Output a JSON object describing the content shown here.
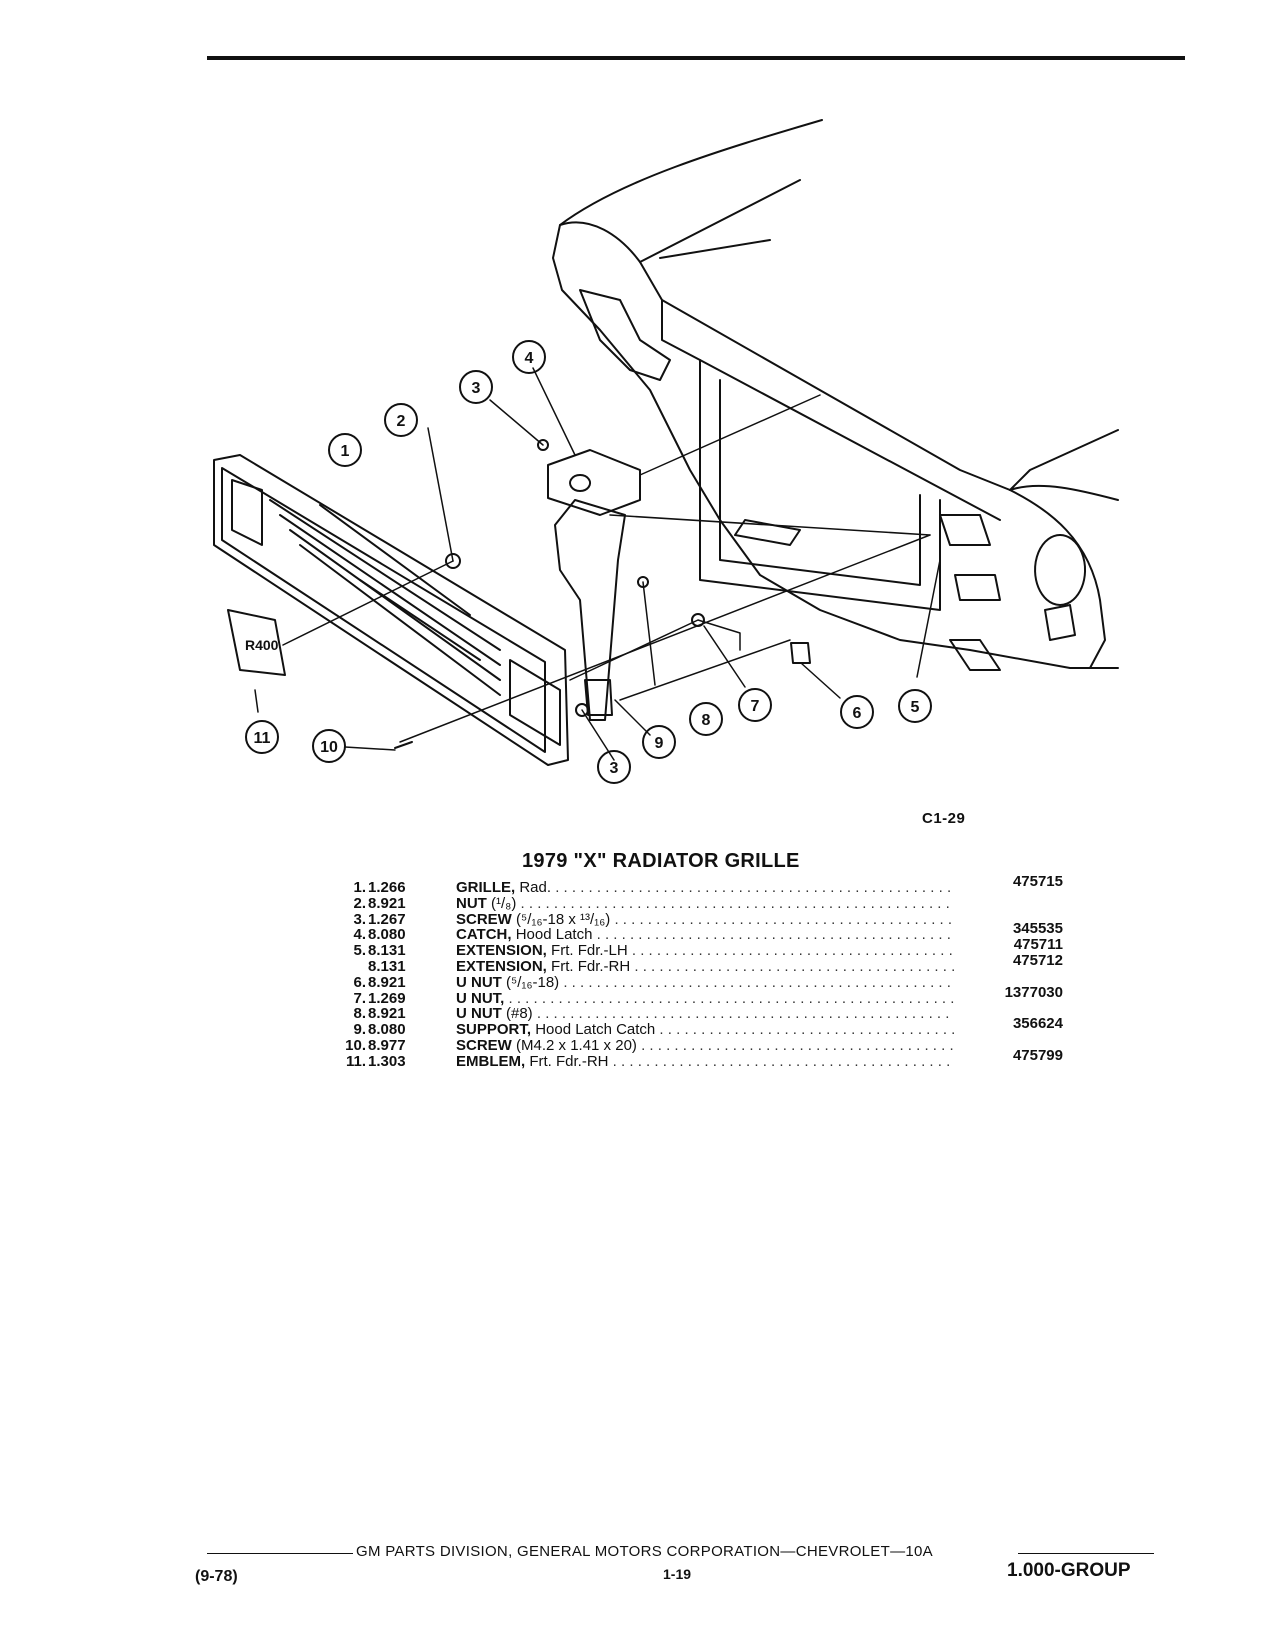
{
  "figure": {
    "code": "C1-29",
    "callouts": [
      "1",
      "2",
      "3",
      "4",
      "3",
      "5",
      "6",
      "7",
      "8",
      "9",
      "10",
      "11"
    ],
    "emblem_text": "R400"
  },
  "title": "1979 \"X\" RADIATOR GRILLE",
  "parts": [
    {
      "num": "1.",
      "group": "1.266",
      "name": "GRILLE,",
      "detail": "Rad.",
      "part": "475715"
    },
    {
      "num": "2.",
      "group": "8.921",
      "name": "NUT",
      "detail": "(¹/₈)",
      "part": ""
    },
    {
      "num": "3.",
      "group": "1.267",
      "name": "SCREW",
      "detail": "(⁵/₁₆-18 x ¹³/₁₆)",
      "part": ""
    },
    {
      "num": "4.",
      "group": "8.080",
      "name": "CATCH,",
      "detail": "Hood Latch",
      "part": "345535"
    },
    {
      "num": "5.",
      "group": "8.131",
      "name": "EXTENSION,",
      "detail": "Frt. Fdr.-LH",
      "part": "475711"
    },
    {
      "num": "",
      "group": "8.131",
      "name": "EXTENSION,",
      "detail": "Frt. Fdr.-RH",
      "part": "475712"
    },
    {
      "num": "6.",
      "group": "8.921",
      "name": "U NUT",
      "detail": "(⁵/₁₆-18)",
      "part": ""
    },
    {
      "num": "7.",
      "group": "1.269",
      "name": "U NUT,",
      "detail": "",
      "part": "1377030"
    },
    {
      "num": "8.",
      "group": "8.921",
      "name": "U NUT",
      "detail": "(#8)",
      "part": ""
    },
    {
      "num": "9.",
      "group": "8.080",
      "name": "SUPPORT,",
      "detail": "Hood Latch Catch",
      "part": "356624"
    },
    {
      "num": "10.",
      "group": "8.977",
      "name": "SCREW",
      "detail": "(M4.2 x 1.41 x 20)",
      "part": ""
    },
    {
      "num": "11.",
      "group": "1.303",
      "name": "EMBLEM,",
      "detail": "Frt. Fdr.-RH",
      "part": "475799"
    }
  ],
  "footer": {
    "corporation": "GM PARTS DIVISION, GENERAL MOTORS CORPORATION—CHEVROLET—10A",
    "date": "(9-78)",
    "page": "1-19",
    "group": "1.000-GROUP"
  }
}
